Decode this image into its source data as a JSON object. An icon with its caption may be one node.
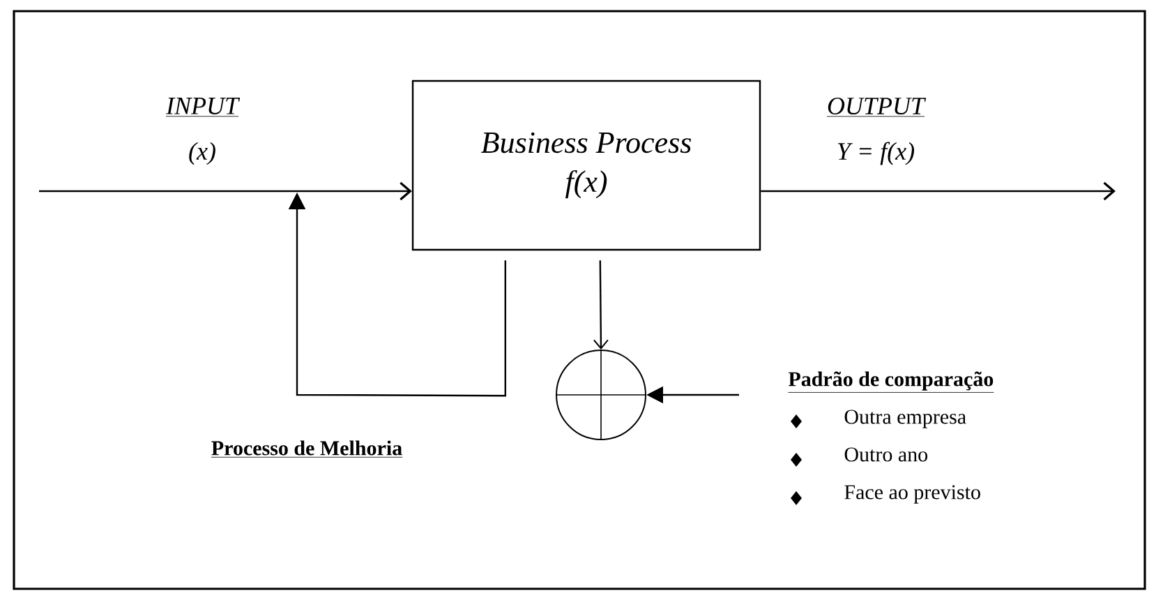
{
  "diagram": {
    "nodes": [
      {
        "text": [
          "Business Process",
          "f(x)"
        ]
      },
      {
        "text": [],
        "shape": "circle"
      },
      {
        "text": [
          "Padrão de comparação",
          "Outra empresa",
          "Outro ano",
          "Face ao previsto"
        ]
      }
    ],
    "edges": [
      {
        "from": null,
        "to": 0,
        "arrow": "to"
      },
      {
        "from": 0,
        "to": null,
        "arrow": "to"
      },
      {
        "from": 0,
        "to": null,
        "arrow": "to"
      },
      {
        "from": 0,
        "to": 1,
        "arrow": "to"
      },
      {
        "from": 2,
        "to": 1,
        "arrow": "to"
      }
    ],
    "labels": [
      "INPUT",
      "(x)",
      "OUTPUT",
      "Y = f(x)",
      "Processo de Melhoria"
    ]
  }
}
